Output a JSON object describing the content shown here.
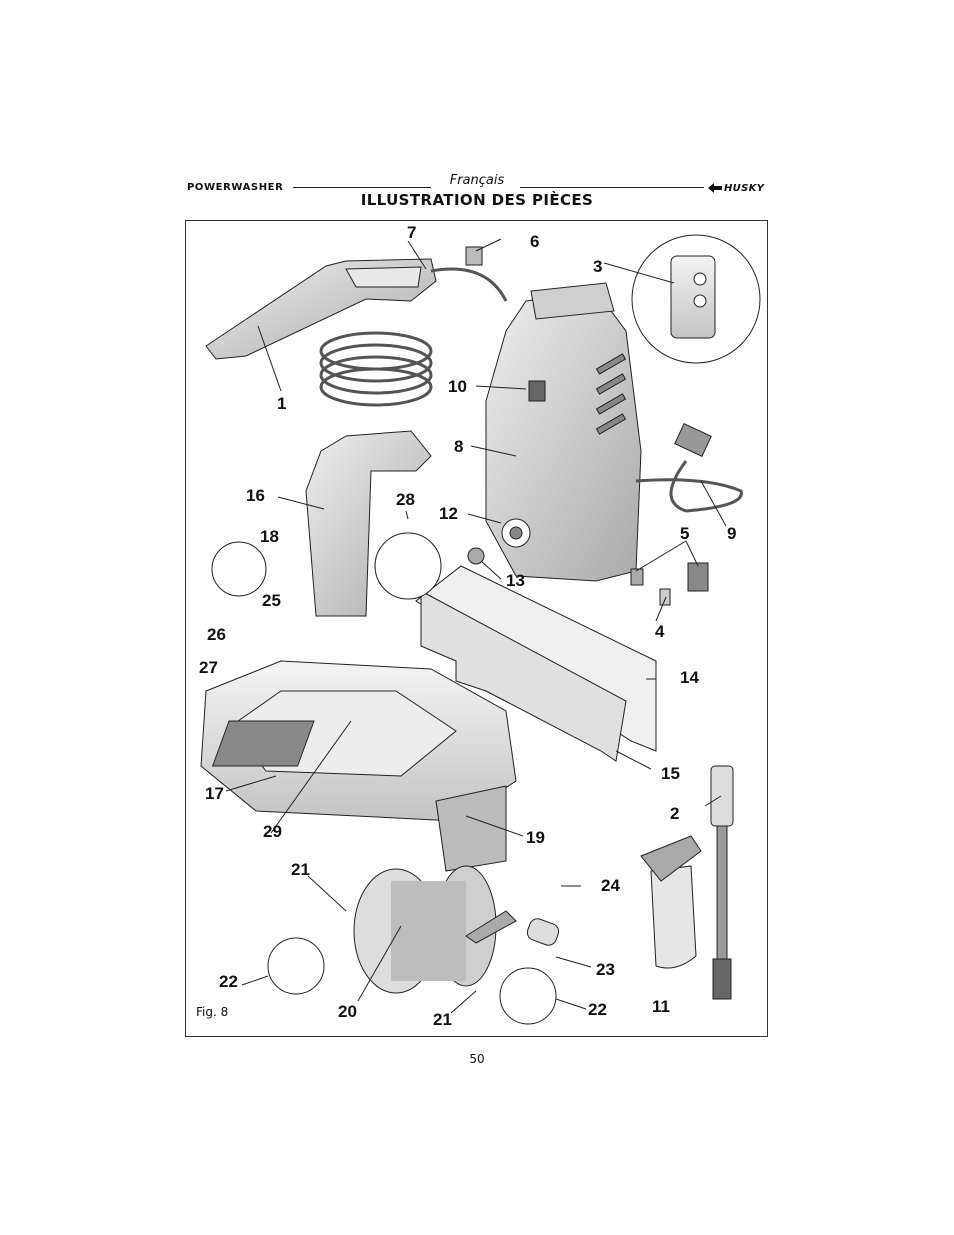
{
  "header": {
    "brand": "POWERWASHER",
    "language": "Français",
    "logo_text": "HUSKY",
    "title": "ILLUSTRATION DES PIÈCES"
  },
  "figure": {
    "label": "Fig. 8",
    "callouts": [
      "7",
      "6",
      "3",
      "1",
      "10",
      "8",
      "16",
      "28",
      "12",
      "18",
      "5",
      "9",
      "13",
      "25",
      "4",
      "26",
      "27",
      "14",
      "15",
      "17",
      "2",
      "29",
      "19",
      "21",
      "24",
      "22",
      "23",
      "11",
      "20",
      "21",
      "22"
    ]
  },
  "footer": {
    "page_number": "50"
  },
  "colors": {
    "line": "#222222",
    "part_fill": "#d6d6d6",
    "part_dark": "#9a9a9a"
  }
}
